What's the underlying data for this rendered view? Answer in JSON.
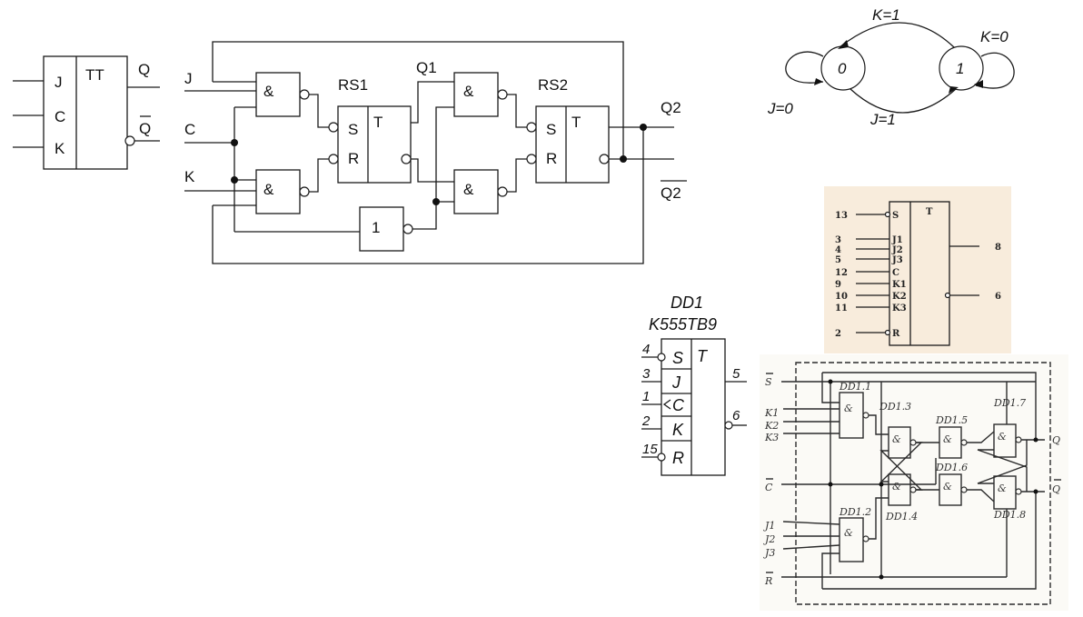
{
  "jk_symbol": {
    "inputs": [
      "J",
      "C",
      "K"
    ],
    "title": "TT",
    "outputs": [
      "Q",
      "Q"
    ]
  },
  "jk_circuit": {
    "inputs": [
      "J",
      "C",
      "K"
    ],
    "and_label": "&",
    "or_label": "1",
    "rs1": {
      "name": "RS1",
      "s": "S",
      "r": "R",
      "t": "T"
    },
    "rs2": {
      "name": "RS2",
      "s": "S",
      "r": "R",
      "t": "T"
    },
    "q1": "Q1",
    "q2": "Q2",
    "q2_bar": "Q2"
  },
  "state_diagram": {
    "state0": "0",
    "state1": "1",
    "t_0_0": "J=0",
    "t_0_1": "J=1",
    "t_1_0": "K=1",
    "t_1_1": "K=0"
  },
  "chip_pinout": {
    "pins_left": [
      {
        "num": "13",
        "label": "S"
      },
      {
        "num": "3",
        "label": "J1"
      },
      {
        "num": "4",
        "label": "J2"
      },
      {
        "num": "5",
        "label": "J3"
      },
      {
        "num": "12",
        "label": "C"
      },
      {
        "num": "9",
        "label": "K1"
      },
      {
        "num": "10",
        "label": "K2"
      },
      {
        "num": "11",
        "label": "K3"
      },
      {
        "num": "2",
        "label": "R"
      }
    ],
    "title": "T",
    "out_q": "8",
    "out_qbar": "6",
    "background": "#f8ecdc"
  },
  "dd1": {
    "name": "DD1",
    "part": "K555TB9",
    "title": "T",
    "pins": [
      {
        "num": "4",
        "label": "S"
      },
      {
        "num": "3",
        "label": "J"
      },
      {
        "num": "1",
        "label": "C"
      },
      {
        "num": "2",
        "label": "K"
      },
      {
        "num": "15",
        "label": "R"
      }
    ],
    "out_q": "5",
    "out_qbar": "6"
  },
  "internal": {
    "inputs": [
      "S",
      "K1",
      "K2",
      "K3",
      "C",
      "J1",
      "J2",
      "J3",
      "R"
    ],
    "gates": [
      "DD1.1",
      "DD1.2",
      "DD1.3",
      "DD1.4",
      "DD1.5",
      "DD1.6",
      "DD1.7",
      "DD1.8"
    ],
    "and_label": "&",
    "outputs": [
      "Q",
      "Q"
    ]
  }
}
